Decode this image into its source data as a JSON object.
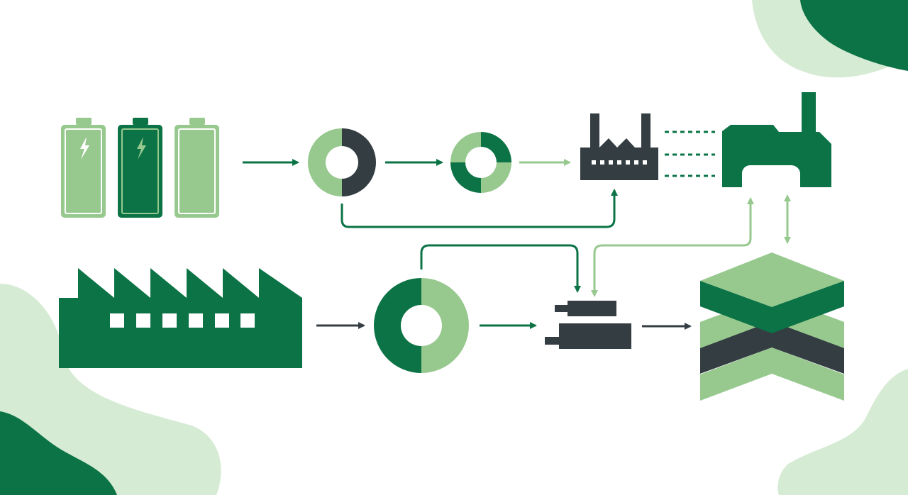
{
  "colors": {
    "dark_green": "#0b7346",
    "light_green": "#97c98f",
    "pale_green": "#d5ebd3",
    "charcoal": "#343d42",
    "background": "#ffffff"
  },
  "icons": [
    "battery-light-icon",
    "battery-dark-icon",
    "battery-empty-icon",
    "ring-half-icon",
    "ring-quarters-icon",
    "dark-factory-icon",
    "green-plant-icon",
    "big-factory-icon",
    "big-ring-icon",
    "modules-icon",
    "layer-stack-icon"
  ],
  "connections": [
    {
      "from": "batteries",
      "to": "ring-half",
      "style": "arrow"
    },
    {
      "from": "ring-half",
      "to": "ring-quarters",
      "style": "arrow"
    },
    {
      "from": "ring-quarters",
      "to": "dark-factory",
      "style": "arrow"
    },
    {
      "from": "dark-factory",
      "to": "green-plant",
      "style": "dashed"
    },
    {
      "from": "ring-half",
      "to": "dark-factory",
      "style": "elbow-arrow"
    },
    {
      "from": "big-factory",
      "to": "big-ring",
      "style": "arrow"
    },
    {
      "from": "big-ring",
      "to": "modules",
      "style": "arrow"
    },
    {
      "from": "big-ring",
      "to": "modules",
      "style": "elbow-arrow"
    },
    {
      "from": "modules",
      "to": "green-plant",
      "style": "two-way elbow"
    },
    {
      "from": "modules",
      "to": "layer-stack",
      "style": "arrow"
    },
    {
      "from": "green-plant",
      "to": "layer-stack",
      "style": "two-way"
    }
  ]
}
